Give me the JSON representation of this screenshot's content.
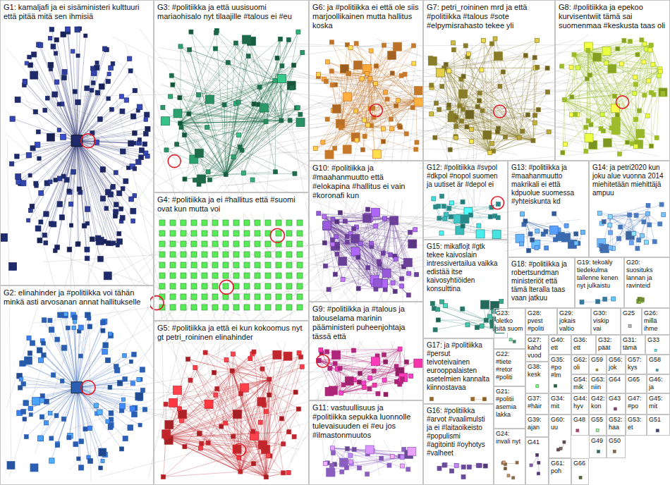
{
  "diagram": {
    "nodes": [
      {
        "text": [
          "G1: kamaljafi ja ei sisäministeri kulttuuri että pitää mitä sen ihmisiä"
        ]
      },
      {
        "text": [
          "G2: elinahinder ja #politiikka voi tähän minkä asti arvosanan annat hallitukselle"
        ]
      },
      {
        "text": [
          "G3: #politiikka ja että uusisuomi mariaohisalo nyt tilaajille #talous ei #eu"
        ]
      },
      {
        "text": [
          "G4: #politiikka ja ei #hallitus että #suomi ovat kun mutta voi"
        ]
      },
      {
        "text": [
          "G5: #politiikka ja että ei kun kokoomus nyt gt petri_roininen elinahinder"
        ]
      },
      {
        "text": [
          "G6: ja #politiikka ei että ole siis marjoollikainen mutta hallitus koska"
        ]
      },
      {
        "text": [
          "G7: petri_roininen mrd ja että #politiikka #talous #sote #elpymisrahasto tekee yli"
        ]
      },
      {
        "text": [
          "G8: #politiikka ja epekoo kurvisentwiit tämä sai suomenmaa #keskusta taas oli"
        ]
      },
      {
        "text": [
          "G9: #politiikka ja #talous ja talouselama marinin pääministeri puheenjohtaja tässä että"
        ]
      },
      {
        "text": [
          "G10: #politiikka ja #maahanmuutto että #elokapina #hallitus ei vain #koronafi kun"
        ]
      },
      {
        "text": [
          "G11: vastuullisuus ja #politiikka sepukka luonnolle tulevaisuuden ei #eu jos #ilmastonmuutos"
        ]
      },
      {
        "text": [
          "G12: #politiikka #svpol #dkpol #nopol suomen ja uutiset är #depol ei"
        ]
      },
      {
        "text": [
          "G13: #politiikka ja #maahanmuutto makrikali ei että kdpuolue suomessa #yhteiskunta kd"
        ]
      },
      {
        "text": [
          "G14: ja petri2020 kun joku alue vuonna 2014 miehitetään miehittäjä ampuu"
        ]
      },
      {
        "text": [
          "G15: mikaflojt #gtk tekee kaivoslain intressivertailua vaikka edistää itse kaivosyhtiöiden konsulttina"
        ]
      },
      {
        "text": [
          "G16: #politiikka #arvot #vaalimulsti ja ei #laitaoikeisto #populismi #agitointi #oyhotys #valheet"
        ]
      },
      {
        "text": [
          "G17: ja #politiikka #persut teivoteivainen eurooppalaisten asetelmien kannalta kiinnostavaa"
        ]
      },
      {
        "text": [
          "G18: #politiikka ja robertsundman ministeriöt että tämä lteralla taas vaan jatkuu"
        ]
      },
      {
        "text": [
          "G19: tekoäly tiedekulma tallenne kenen nyt julkaistu"
        ]
      },
      {
        "text": [
          "G20: suosituks lannan ja ravinteid"
        ]
      },
      {
        "text": [
          "G21: #politii asemia lakka"
        ]
      },
      {
        "text": [
          "G22: #tiete #retor #politi"
        ]
      },
      {
        "text": [
          "G23: oletko sitä suom"
        ]
      },
      {
        "text": [
          "G24: invali nyt"
        ]
      },
      {
        "text": [
          "G25"
        ]
      },
      {
        "text": [
          "G26: millä ihme"
        ]
      },
      {
        "text": [
          "G27: kahd vuod"
        ]
      },
      {
        "text": [
          "G28: pvest #politi"
        ]
      },
      {
        "text": [
          "G29: jokais valtio"
        ]
      },
      {
        "text": [
          "G30: viskip vai"
        ]
      },
      {
        "text": [
          "G31: tämä"
        ]
      },
      {
        "text": [
          "G32: päät"
        ]
      },
      {
        "text": [
          "G33"
        ]
      },
      {
        "text": [
          "G34: mit"
        ]
      },
      {
        "text": [
          "G35: #po #lm"
        ]
      },
      {
        "text": [
          "G36: ett"
        ]
      },
      {
        "text": [
          "G37: #häir"
        ]
      },
      {
        "text": [
          "G38: kesk"
        ]
      },
      {
        "text": [
          "G39: ajan"
        ]
      },
      {
        "text": [
          "G40: ett"
        ]
      },
      {
        "text": [
          "G41"
        ]
      },
      {
        "text": [
          "G42: kon"
        ]
      },
      {
        "text": [
          "G43"
        ]
      },
      {
        "text": [
          "G44: hyv"
        ]
      },
      {
        "text": [
          "G45: mit"
        ]
      },
      {
        "text": [
          "G46: ja"
        ]
      },
      {
        "text": [
          "G47: #po"
        ]
      },
      {
        "text": [
          "G48"
        ]
      },
      {
        "text": [
          "G49"
        ]
      },
      {
        "text": [
          "G50"
        ]
      },
      {
        "text": [
          "G51"
        ]
      },
      {
        "text": [
          "G52: haa"
        ]
      },
      {
        "text": [
          "G53: et"
        ]
      },
      {
        "text": [
          "G54: mik"
        ]
      },
      {
        "text": [
          "G55"
        ]
      },
      {
        "text": [
          "G56: jok"
        ]
      },
      {
        "text": [
          "G57: kys"
        ]
      },
      {
        "text": [
          "G58"
        ]
      },
      {
        "text": [
          "G59"
        ]
      },
      {
        "text": [
          "G60: uu"
        ]
      },
      {
        "text": [
          "G61: poh"
        ]
      },
      {
        "text": [
          "G62: oli"
        ]
      },
      {
        "text": [
          "G63: niin"
        ]
      },
      {
        "text": [
          "G64"
        ]
      },
      {
        "text": [
          "G65"
        ]
      },
      {
        "text": [
          "G66"
        ]
      }
    ]
  }
}
